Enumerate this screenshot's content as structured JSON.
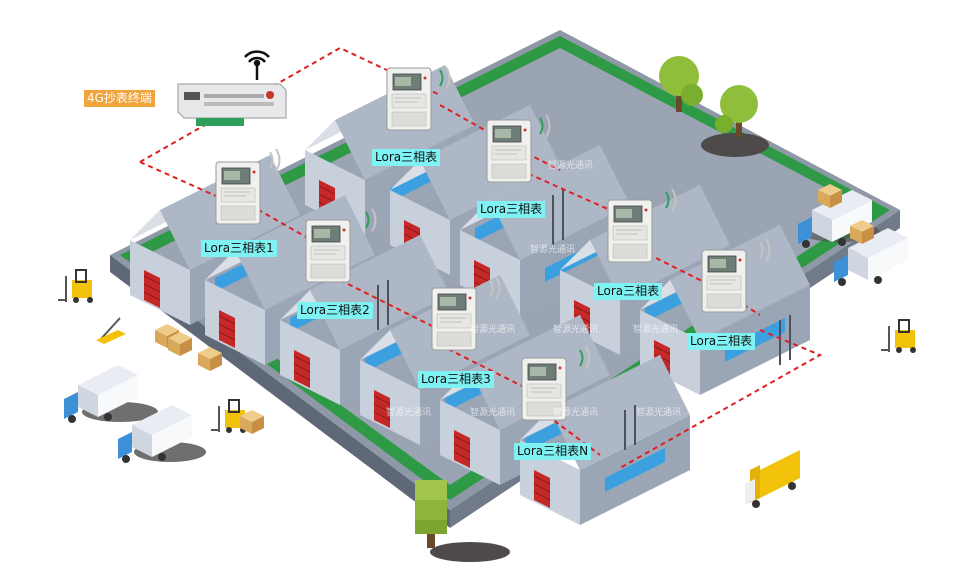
{
  "terminal": {
    "label": "4G抄表终端"
  },
  "meters": [
    {
      "label": "Lora三相表"
    },
    {
      "label": "Lora三相表"
    },
    {
      "label": "Lora三相表1"
    },
    {
      "label": "Lora三相表2"
    },
    {
      "label": "Lora三相表"
    },
    {
      "label": "Lora三相表"
    },
    {
      "label": "Lora三相表3"
    },
    {
      "label": "Lora三相表N"
    }
  ],
  "watermark": "智源光通讯",
  "colors": {
    "link_line": "#e02020",
    "label_bg": "#7ff3f3",
    "terminal_label_bg": "#f2a33a",
    "grass": "#2e9a45",
    "building_roof": "#b7c0cf",
    "door": "#c62828",
    "window": "#3aa0e0"
  }
}
